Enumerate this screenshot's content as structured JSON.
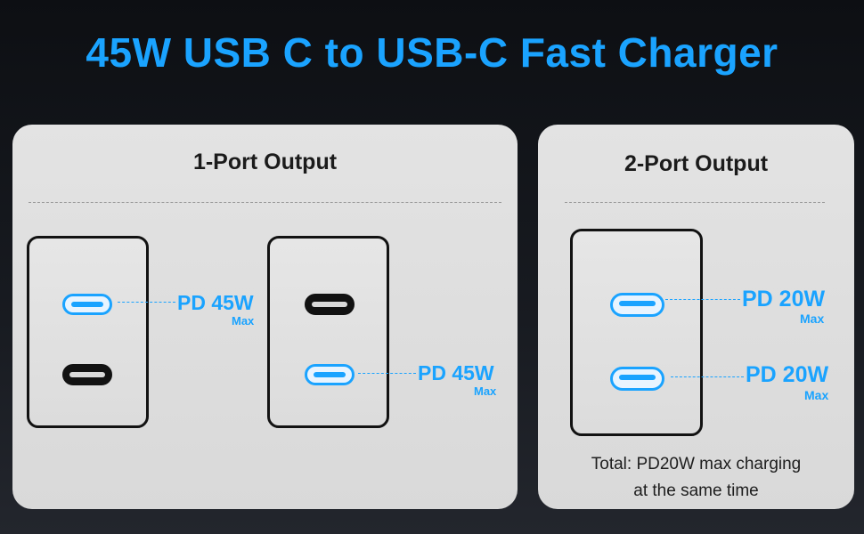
{
  "title": "45W USB C to USB-C Fast Charger",
  "left_panel": {
    "title": "1-Port Output",
    "charger_a": {
      "label": "PD 45W",
      "sub": "Max"
    },
    "charger_b": {
      "label": "PD 45W",
      "sub": "Max"
    }
  },
  "right_panel": {
    "title": "2-Port Output",
    "port_top": {
      "label": "PD 20W",
      "sub": "Max"
    },
    "port_bottom": {
      "label": "PD 20W",
      "sub": "Max"
    },
    "note_line1": "Total: PD20W max charging",
    "note_line2": "at the same time"
  },
  "colors": {
    "accent": "#1aa3ff",
    "panel": "#dedede",
    "outline": "#121212"
  },
  "icons": [
    "usb-c-port-icon-active",
    "usb-c-port-icon-inactive"
  ]
}
